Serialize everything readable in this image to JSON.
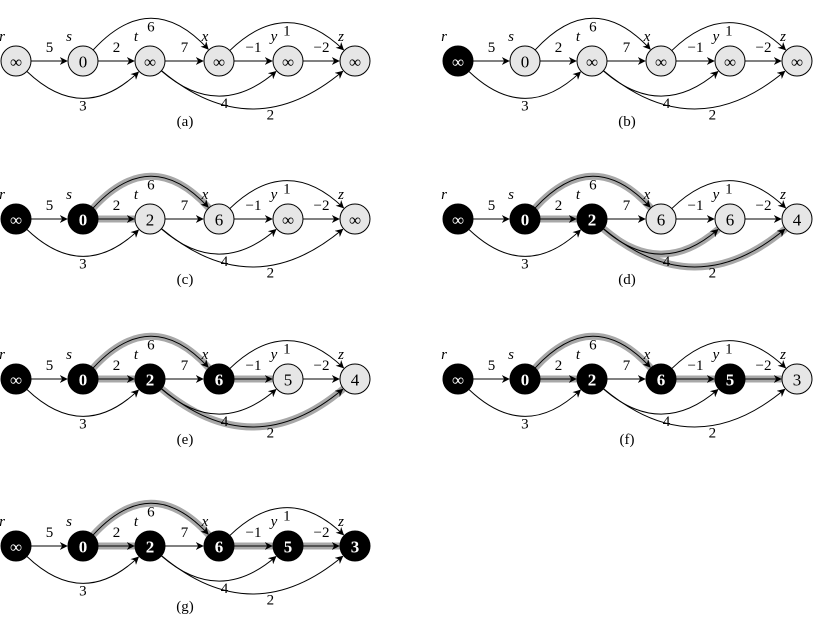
{
  "node_labels": [
    "r",
    "s",
    "t",
    "x",
    "y",
    "z"
  ],
  "edges": [
    {
      "from": 0,
      "to": 1,
      "weight": "5"
    },
    {
      "from": 0,
      "to": 2,
      "weight": "3"
    },
    {
      "from": 1,
      "to": 2,
      "weight": "2"
    },
    {
      "from": 1,
      "to": 3,
      "weight": "6"
    },
    {
      "from": 2,
      "to": 3,
      "weight": "7"
    },
    {
      "from": 2,
      "to": 4,
      "weight": "4"
    },
    {
      "from": 2,
      "to": 5,
      "weight": "2"
    },
    {
      "from": 3,
      "to": 4,
      "weight": "−1"
    },
    {
      "from": 3,
      "to": 5,
      "weight": "1"
    },
    {
      "from": 4,
      "to": 5,
      "weight": "−2"
    }
  ],
  "panels": [
    {
      "caption": "(a)",
      "values": [
        "∞",
        "0",
        "∞",
        "∞",
        "∞",
        "∞"
      ],
      "black": [
        false,
        false,
        false,
        false,
        false,
        false
      ],
      "tree": []
    },
    {
      "caption": "(b)",
      "values": [
        "∞",
        "0",
        "∞",
        "∞",
        "∞",
        "∞"
      ],
      "black": [
        true,
        false,
        false,
        false,
        false,
        false
      ],
      "tree": []
    },
    {
      "caption": "(c)",
      "values": [
        "∞",
        "0",
        "2",
        "6",
        "∞",
        "∞"
      ],
      "black": [
        true,
        true,
        false,
        false,
        false,
        false
      ],
      "tree": [
        2,
        3
      ]
    },
    {
      "caption": "(d)",
      "values": [
        "∞",
        "0",
        "2",
        "6",
        "6",
        "4"
      ],
      "black": [
        true,
        true,
        true,
        false,
        false,
        false
      ],
      "tree": [
        2,
        3,
        5,
        6
      ]
    },
    {
      "caption": "(e)",
      "values": [
        "∞",
        "0",
        "2",
        "6",
        "5",
        "4"
      ],
      "black": [
        true,
        true,
        true,
        true,
        false,
        false
      ],
      "tree": [
        2,
        3,
        6,
        7
      ]
    },
    {
      "caption": "(f)",
      "values": [
        "∞",
        "0",
        "2",
        "6",
        "5",
        "3"
      ],
      "black": [
        true,
        true,
        true,
        true,
        true,
        false
      ],
      "tree": [
        2,
        3,
        7,
        9
      ]
    },
    {
      "caption": "(g)",
      "values": [
        "∞",
        "0",
        "2",
        "6",
        "5",
        "3"
      ],
      "black": [
        true,
        true,
        true,
        true,
        true,
        true
      ],
      "tree": [
        2,
        3,
        7,
        9
      ]
    }
  ],
  "colors": {
    "node_fill": "#e6e6e6",
    "node_black": "#000000",
    "shade": "#a8a8a8"
  }
}
